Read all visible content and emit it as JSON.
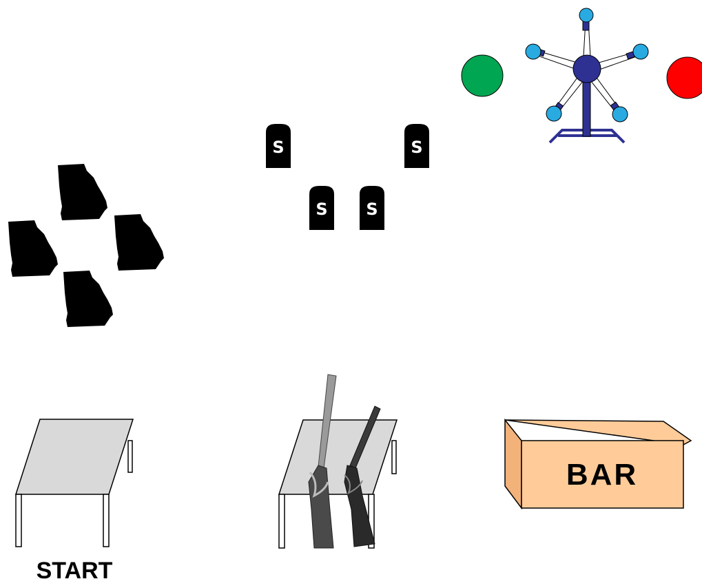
{
  "colors": {
    "background": "#ffffff",
    "green_circle": "#00a651",
    "red_circle": "#ff0000",
    "wheel_hub": "#2e3192",
    "wheel_ball": "#29abe2",
    "table_top": "#d9d9d9",
    "box_fill": "#ffcc99",
    "silhouette": "#000000"
  },
  "icons": {
    "silhouettes": "state-silhouette-icon",
    "tombstones": "tombstone-icon",
    "wheel": "ferris-wheel-icon",
    "rifles": "rifle-icon",
    "box": "box-icon"
  },
  "tombstones": [
    "S",
    "S",
    "S",
    "S"
  ],
  "labels": {
    "start": "START",
    "box": "BAR"
  }
}
